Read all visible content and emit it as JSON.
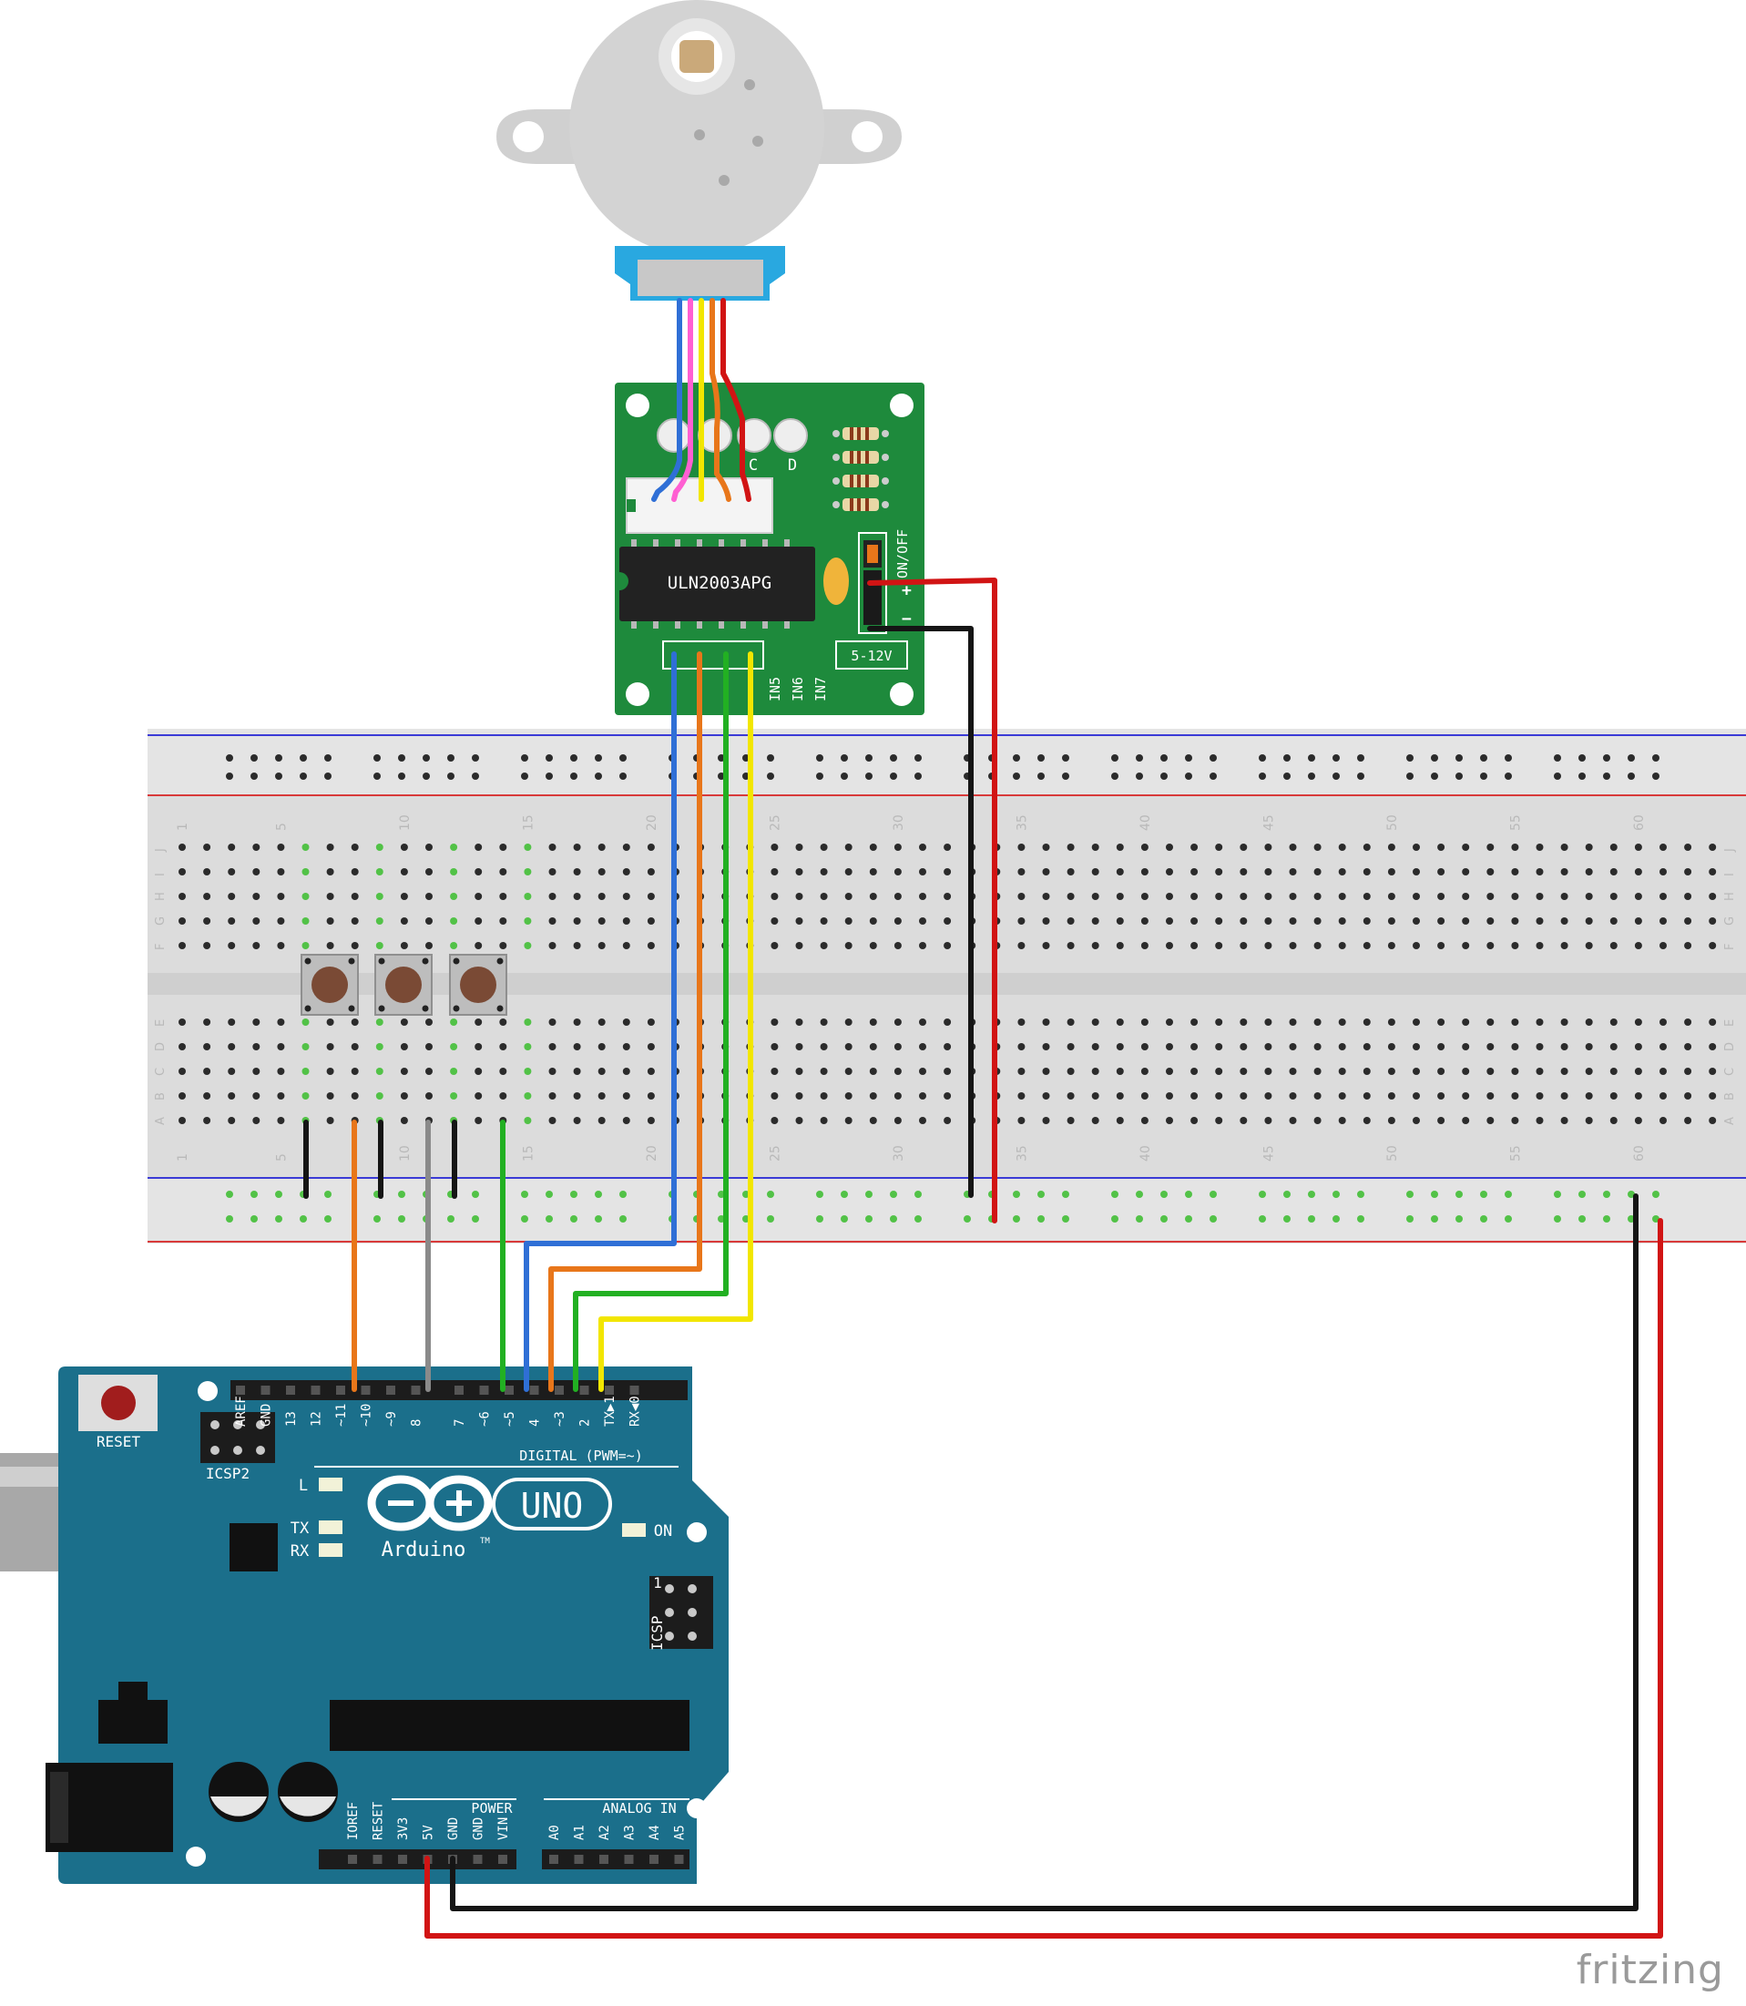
{
  "colors": {
    "arduino": "#1b6f8b",
    "driver_board": "#1e8a3c",
    "breadboard": "#dcdcdc",
    "motor": "#d2d2d2",
    "wire_blue": "#2f6fd6",
    "wire_orange": "#e8761a",
    "wire_green": "#22b022",
    "wire_yellow": "#f2e600",
    "wire_red": "#d11414",
    "wire_black": "#151515",
    "wire_gray": "#8a8a8a",
    "wire_pink": "#ff5fd2"
  },
  "driver": {
    "chip": "ULN2003APG",
    "led_labels": [
      "C",
      "D"
    ],
    "onoff": "ON/OFF",
    "plus": "+",
    "minus": "−",
    "voltage": "5-12V",
    "inputs": [
      "IN5",
      "IN6",
      "IN7"
    ]
  },
  "breadboard": {
    "columns": [
      "1",
      "5",
      "10",
      "15",
      "20",
      "25",
      "30",
      "35",
      "40",
      "45",
      "50",
      "55",
      "60"
    ],
    "rows_top": [
      "J",
      "I",
      "H",
      "G",
      "F"
    ],
    "rows_bottom": [
      "E",
      "D",
      "C",
      "B",
      "A"
    ]
  },
  "arduino": {
    "reset": "RESET",
    "icsp2": "ICSP2",
    "icsp": "ICSP",
    "icsp_pin": "1",
    "digital_pins": [
      "AREF",
      "GND",
      "13",
      "12",
      "~11",
      "~10",
      "~9",
      "8",
      "7",
      "~6",
      "~5",
      "4",
      "~3",
      "2",
      "TX▶1",
      "RX◀0"
    ],
    "digital_title": "DIGITAL (PWM=~)",
    "led_l": "L",
    "led_tx": "TX",
    "led_rx": "RX",
    "led_on": "ON",
    "uno": "UNO",
    "brand": "Arduino",
    "tm": "TM",
    "power_title": "POWER",
    "power_pins": [
      "IOREF",
      "RESET",
      "3V3",
      "5V",
      "GND",
      "GND",
      "VIN"
    ],
    "analog_title": "ANALOG IN",
    "analog_pins": [
      "A0",
      "A1",
      "A2",
      "A3",
      "A4",
      "A5"
    ]
  },
  "footer": {
    "wordmark": "fritzing"
  }
}
